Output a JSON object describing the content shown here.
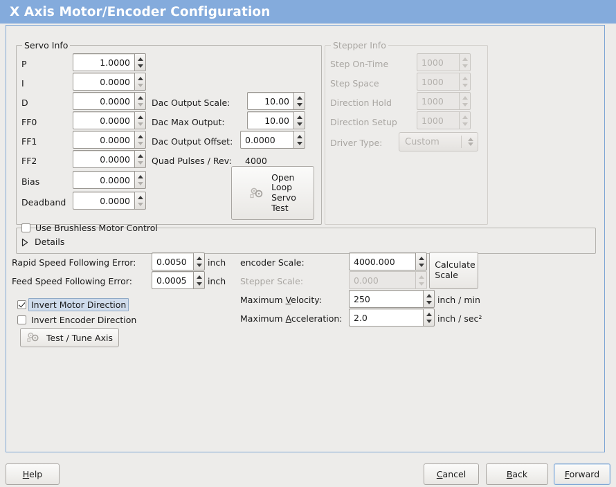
{
  "window": {
    "title": "X Axis Motor/Encoder Configuration",
    "title_bar_color": "#84abdc",
    "background_color": "#edecea"
  },
  "servo_info": {
    "legend": "Servo Info",
    "fields": [
      {
        "label": "P",
        "value": "1.0000"
      },
      {
        "label": "I",
        "value": "0.0000"
      },
      {
        "label": "D",
        "value": "0.0000"
      },
      {
        "label": "FF0",
        "value": "0.0000"
      },
      {
        "label": "FF1",
        "value": "0.0000"
      },
      {
        "label": "FF2",
        "value": "0.0000"
      },
      {
        "label": "Bias",
        "value": "0.0000"
      },
      {
        "label": "Deadband",
        "value": "0.0000"
      }
    ],
    "dac": [
      {
        "label": "Dac Output Scale:",
        "value": "10.00"
      },
      {
        "label": "Dac Max Output:",
        "value": "10.00"
      },
      {
        "label": "Dac Output Offset:",
        "value": "0.0000"
      }
    ],
    "quad_pulses": {
      "label": "Quad Pulses / Rev:",
      "value": "4000"
    },
    "open_loop_button": {
      "icon": "gears-icon",
      "lines": [
        "Open",
        "Loop",
        "Servo",
        "Test"
      ]
    }
  },
  "stepper_info": {
    "legend": "Stepper Info",
    "enabled": false,
    "fields": [
      {
        "label": "Step On-Time",
        "value": "1000"
      },
      {
        "label": "Step Space",
        "value": "1000"
      },
      {
        "label": "Direction Hold",
        "value": "1000"
      },
      {
        "label": "Direction Setup",
        "value": "1000"
      }
    ],
    "driver_type": {
      "label": "Driver Type:",
      "value": "Custom"
    }
  },
  "brushless": {
    "checkbox_label": "Use Brushless Motor Control",
    "checked": false,
    "details_label": "Details",
    "details_expanded": false
  },
  "following_error": {
    "rapid": {
      "label": "Rapid Speed Following Error:",
      "value": "0.0050",
      "unit": "inch"
    },
    "feed": {
      "label": "Feed Speed Following Error:",
      "value": "0.0005",
      "unit": "inch"
    }
  },
  "invert": {
    "motor": {
      "label": "Invert Motor Direction",
      "checked": true,
      "focused": true
    },
    "encoder": {
      "label": "Invert Encoder Direction",
      "checked": false,
      "focused": false
    }
  },
  "test_tune_button": {
    "icon": "gears-icon",
    "label": "Test / Tune Axis"
  },
  "scales": {
    "encoder_scale": {
      "label": "encoder Scale:",
      "value": "4000.000",
      "enabled": true
    },
    "stepper_scale": {
      "label": "Stepper Scale:",
      "value": "0.000",
      "enabled": false
    },
    "max_velocity": {
      "label": "Maximum Velocity:",
      "label_mnemonic": "V",
      "value": "250",
      "unit": "inch / min"
    },
    "max_acceleration": {
      "label": "Maximum Acceleration:",
      "label_mnemonic": "A",
      "value": "2.0",
      "unit": "inch / sec²"
    },
    "calculate_button": {
      "lines": [
        "Calculate",
        "Scale"
      ]
    }
  },
  "footer": {
    "help": {
      "label": "Help",
      "mnemonic": "H"
    },
    "cancel": {
      "label": "Cancel",
      "mnemonic": "C"
    },
    "back": {
      "label": "Back",
      "mnemonic": "B"
    },
    "forward": {
      "label": "Forward",
      "mnemonic": "F",
      "is_default": true
    }
  }
}
